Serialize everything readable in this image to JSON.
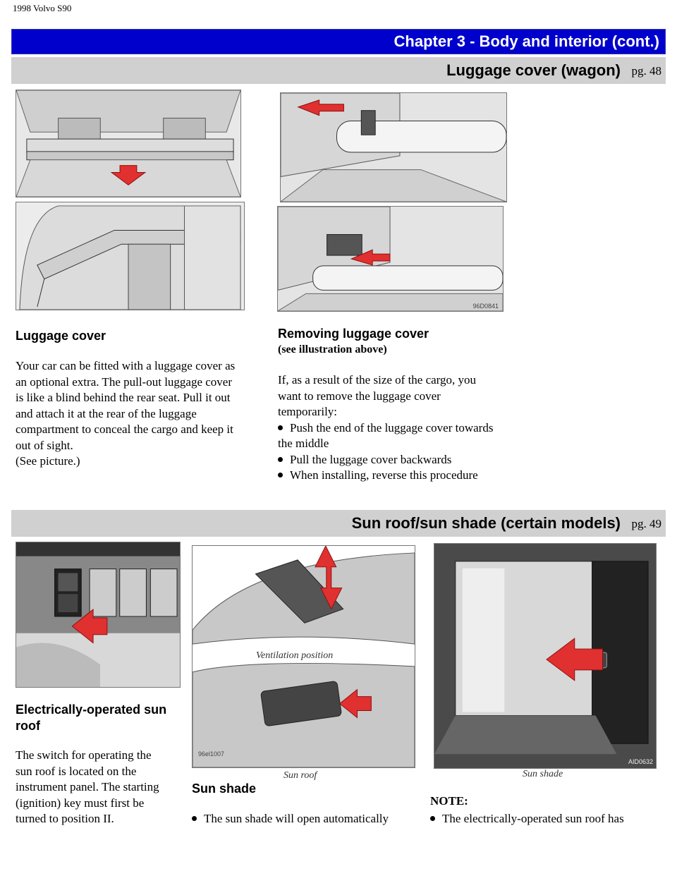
{
  "doc_label": "1998 Volvo S90",
  "chapter_title": "Chapter 3 - Body and interior (cont.)",
  "section1": {
    "title": "Luggage cover (wagon)",
    "page": "pg. 48",
    "fig_code": "96D0841",
    "left": {
      "heading": "Luggage cover",
      "lines": [
        "Your car can be fitted with a luggage cover as",
        "an optional extra. The pull-out luggage cover",
        "is like a blind behind the rear seat. Pull it out",
        "and attach it at the rear of the luggage",
        "compartment to conceal the cargo and keep it",
        "out of sight.",
        "(See picture.)"
      ]
    },
    "right": {
      "heading": "Removing luggage cover",
      "subheading": "(see illustration above)",
      "lines": [
        "If, as a result of the size of the cargo, you",
        "want to remove the luggage cover",
        "temporarily:"
      ],
      "bullet1_line1": "Push the end of the luggage cover towards",
      "bullet1_line2": "the middle",
      "bullet2": "Pull the luggage cover backwards",
      "bullet3": "When installing, reverse this procedure"
    }
  },
  "section2": {
    "title": "Sun roof/sun shade (certain models)",
    "page": "pg. 49",
    "col1": {
      "heading_line1": "Electrically-operated sun",
      "heading_line2": "roof",
      "lines": [
        "The switch for operating the",
        "sun roof is located on the",
        "instrument panel. The starting",
        "(ignition) key must first be",
        "turned to position II."
      ]
    },
    "col2": {
      "caption_top": "Ventilation position",
      "caption_bottom": "Sun roof",
      "fig_code": "96el1007",
      "heading": "Sun shade",
      "bullet1": "The sun shade will open automatically"
    },
    "col3": {
      "caption": "Sun shade",
      "fig_code": "AID0632",
      "note_label": "NOTE:",
      "bullet1": "The electrically-operated sun roof has"
    }
  },
  "colors": {
    "chapter_bar": "#0000cc",
    "section_bar": "#d0d0d0",
    "arrow": "#e03030"
  }
}
